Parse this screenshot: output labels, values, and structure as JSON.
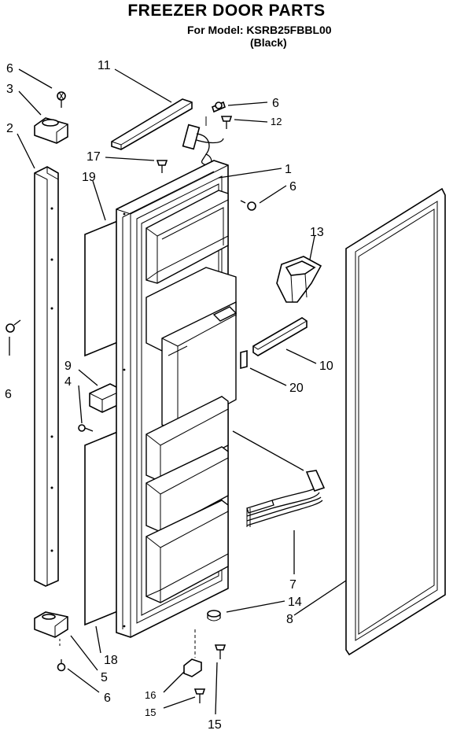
{
  "header": {
    "title": "FREEZER DOOR PARTS",
    "model_line": "For Model: KSRB25FBBL00",
    "color_line": "(Black)"
  },
  "callouts": {
    "c1": "1",
    "c2": "2",
    "c3": "3",
    "c4": "4",
    "c5": "5",
    "c6a": "6",
    "c6b": "6",
    "c6c": "6",
    "c6d": "6",
    "c6e": "6",
    "c7": "7",
    "c8": "8",
    "c9": "9",
    "c10": "10",
    "c11": "11",
    "c12": "12",
    "c13": "13",
    "c14": "14",
    "c15a": "15",
    "c15b": "15",
    "c16": "16",
    "c17": "17",
    "c18": "18",
    "c19": "19",
    "c20": "20"
  }
}
